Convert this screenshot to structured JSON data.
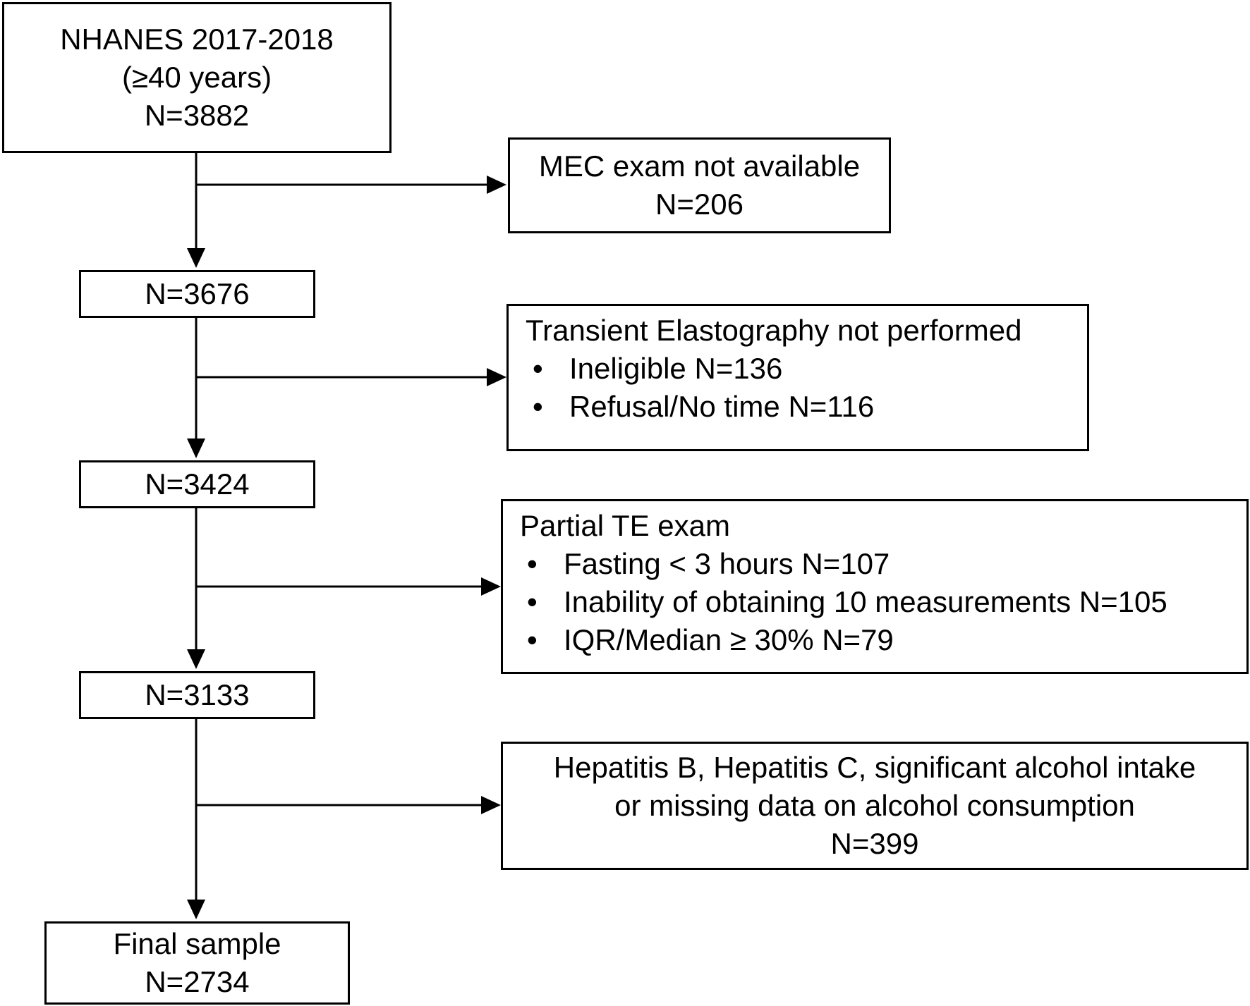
{
  "main_flow": {
    "start": {
      "lines": [
        "NHANES 2017-2018",
        "(≥40 years)",
        "N=3882"
      ]
    },
    "step1": {
      "label": "N=3676"
    },
    "step2": {
      "label": "N=3424"
    },
    "step3": {
      "label": "N=3133"
    },
    "final": {
      "lines": [
        "Final sample",
        "N=2734"
      ]
    }
  },
  "exclusions": {
    "mec": {
      "lines": [
        "MEC exam not available",
        "N=206"
      ]
    },
    "te_not_performed": {
      "title": "Transient Elastography not performed",
      "bullets": [
        "Ineligible N=136",
        "Refusal/No time N=116"
      ]
    },
    "partial_te": {
      "title": "Partial TE exam",
      "bullets": [
        "Fasting < 3 hours N=107",
        "Inability of obtaining 10 measurements N=105",
        "IQR/Median ≥ 30% N=79"
      ]
    },
    "hepatitis": {
      "lines": [
        "Hepatitis B, Hepatitis C, significant alcohol intake",
        "or missing data on alcohol consumption",
        "N=399"
      ]
    }
  },
  "bullet_glyph": "•",
  "colors": {
    "stroke": "#000000",
    "background": "#ffffff"
  }
}
